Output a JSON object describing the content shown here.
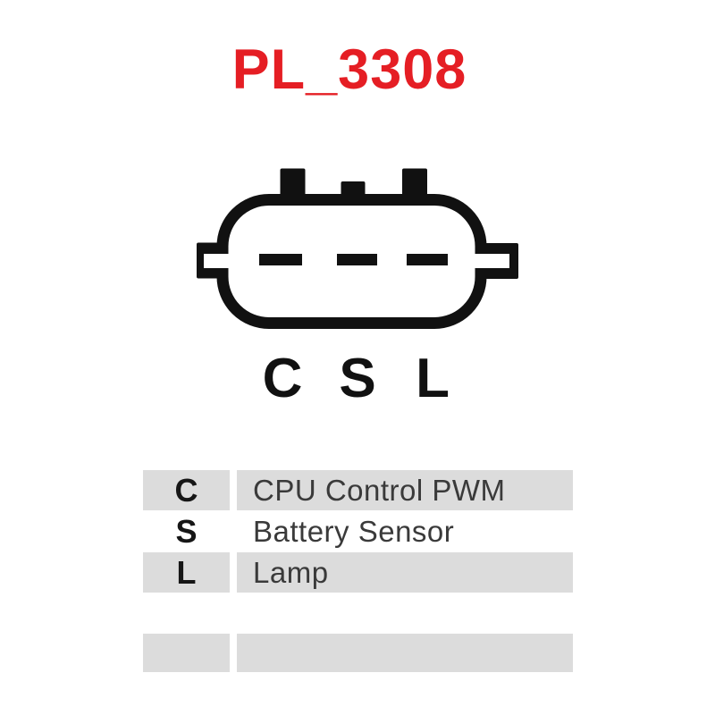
{
  "title": "PL_3308",
  "connector": {
    "type": "3-pin plug outline",
    "pin_count": 3,
    "pin_labels": [
      "C",
      "S",
      "L"
    ]
  },
  "legend": {
    "rows": [
      {
        "pin": "C",
        "description": "CPU Control PWM"
      },
      {
        "pin": "S",
        "description": "Battery Sensor"
      },
      {
        "pin": "L",
        "description": "Lamp"
      }
    ],
    "empty_row": {
      "pin": "",
      "description": ""
    }
  },
  "colors": {
    "title_red": "#e51e24",
    "line_black": "#111111",
    "row_gray": "#dcdcdc",
    "text_dark": "#3a3a3a"
  }
}
